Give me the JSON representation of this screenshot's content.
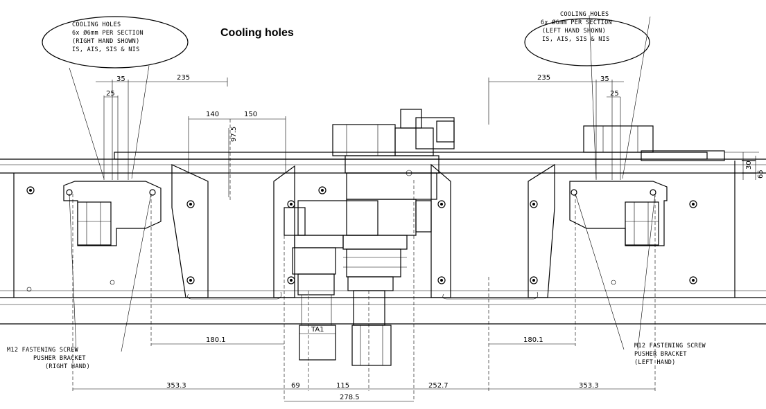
{
  "title": "Cooling holes",
  "callouts": {
    "left_ellipse": [
      "COOLING HOLES",
      "6x Ø6mm PER SECTION",
      "(RIGHT HAND SHOWN)",
      "IS, AIS, SIS & NIS"
    ],
    "right_ellipse": [
      "COOLING HOLES",
      "6x Ø6mm PER SECTION",
      "(LEFT HAND SHOWN)",
      "IS, AIS, SIS & NIS"
    ],
    "left_screw": [
      "M12 FASTENING SCREW",
      "PUSHER BRACKET",
      "(RIGHT HAND)"
    ],
    "right_screw": [
      "M12 FASTENING SCREW",
      "PUSHER BRACKET",
      "(LEFT HAND)"
    ]
  },
  "dimensions": {
    "d235_left": "235",
    "d35_left": "35",
    "d25_left": "25",
    "d140": "140",
    "d150": "150",
    "d97_5": "97.5",
    "d235_right": "235",
    "d35_right": "35",
    "d25_right": "25",
    "d30": "30",
    "d65": "65",
    "d180_1_left": "180.1",
    "d180_1_right": "180.1",
    "d353_3_left": "353.3",
    "d353_3_right": "353.3",
    "d69": "69",
    "d115": "115",
    "d252_7": "252.7",
    "d278_5": "278.5",
    "dTA": "TA1"
  }
}
